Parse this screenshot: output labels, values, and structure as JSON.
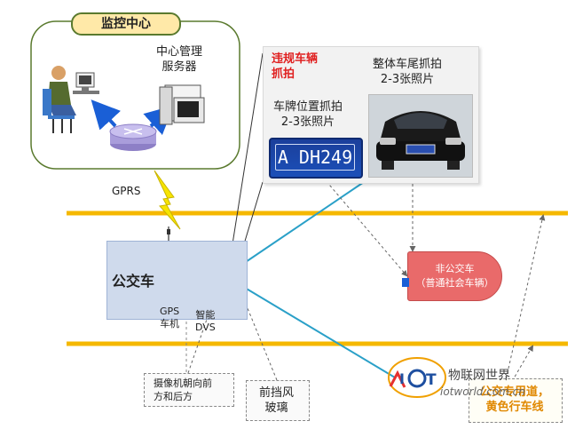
{
  "monitor_center": {
    "title": "监控中心",
    "server_label": "中心管理\n服务器"
  },
  "gprs": {
    "label": "GPRS"
  },
  "capture_panel": {
    "heading": "违规车辆\n抓拍",
    "rear_capture": "整体车尾抓拍\n2-3张照片",
    "plate_capture": "车牌位置抓拍\n2-3张照片",
    "plate_text": "A DH249"
  },
  "bus": {
    "label": "公交车",
    "gps_label": "GPS\n车机",
    "dvs_label": "智能\nDVS"
  },
  "non_bus": {
    "label": "非公交车\n（普通社会车辆）"
  },
  "notes": {
    "camera_direction": "摄像机朝向前\n方和后方",
    "windshield": "前挡风\n玻璃",
    "lane": "公交专用道，\n黄色行车线"
  },
  "watermark": {
    "cn": "物联网世界",
    "url": "iotworld.com.cn",
    "logo": "IOT"
  },
  "colors": {
    "lane_line": "#f5b800",
    "panel_line": "#2aa0c8",
    "lightning": "#f7e400",
    "non_bus": "#e96a6a",
    "bus_body": "#cfdaec",
    "green_border": "#5a7a2e"
  },
  "icons": [
    "operator-icon",
    "computer-icon",
    "router-icon",
    "server-icon",
    "camera-icon",
    "gps-unit-icon",
    "dvs-unit-icon",
    "car-rear-photo"
  ]
}
